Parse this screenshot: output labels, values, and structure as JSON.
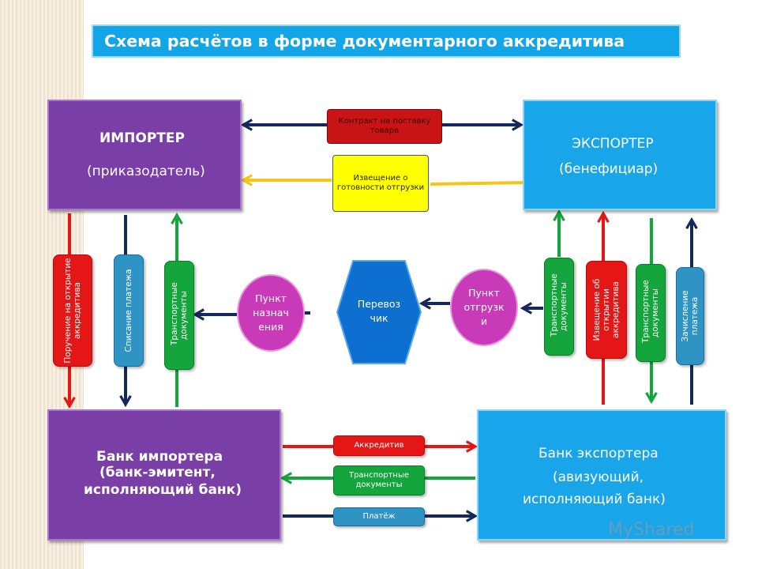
{
  "title": "Схема расчётов в форме документарного аккредитива",
  "importer": {
    "name": "ИМПОРТЕР",
    "role": "(приказодатель)"
  },
  "exporter": {
    "name": "ЭКСПОРТЕР",
    "role": "(бенефициар)"
  },
  "importer_bank": {
    "line1": "Банк импортера",
    "line2": "(банк-эмитент,",
    "line3": "исполняющий банк)"
  },
  "exporter_bank": {
    "line1": "Банк экспортера",
    "line2": "(авизующий,",
    "line3": "исполняющий банк)"
  },
  "contract": "Контракт на поставку товара",
  "shipment_notice": "Извещение о готовности отгрузки",
  "left_pills": [
    "Поручение на открытие аккредитива",
    "Списание платежа",
    "Транспортные документы"
  ],
  "right_pills": [
    "Транспортные документы",
    "Извещение об открытии аккредитива",
    "Транспортные документы",
    "Зачисление платежа"
  ],
  "carrier": "Перевоз чик",
  "destination": "Пункт назнач ения",
  "shipment_point": "Пункт отгрузк и",
  "bank_flows": [
    "Аккредитив",
    "Транспортные документы",
    "Платёж"
  ],
  "watermark": "MyShared",
  "colors": {
    "navy": "#14285e",
    "red": "#e51616",
    "green": "#14a53c",
    "yellow": "#f5c518",
    "blue": "#19a5ea",
    "purple": "#7a3fa7"
  }
}
